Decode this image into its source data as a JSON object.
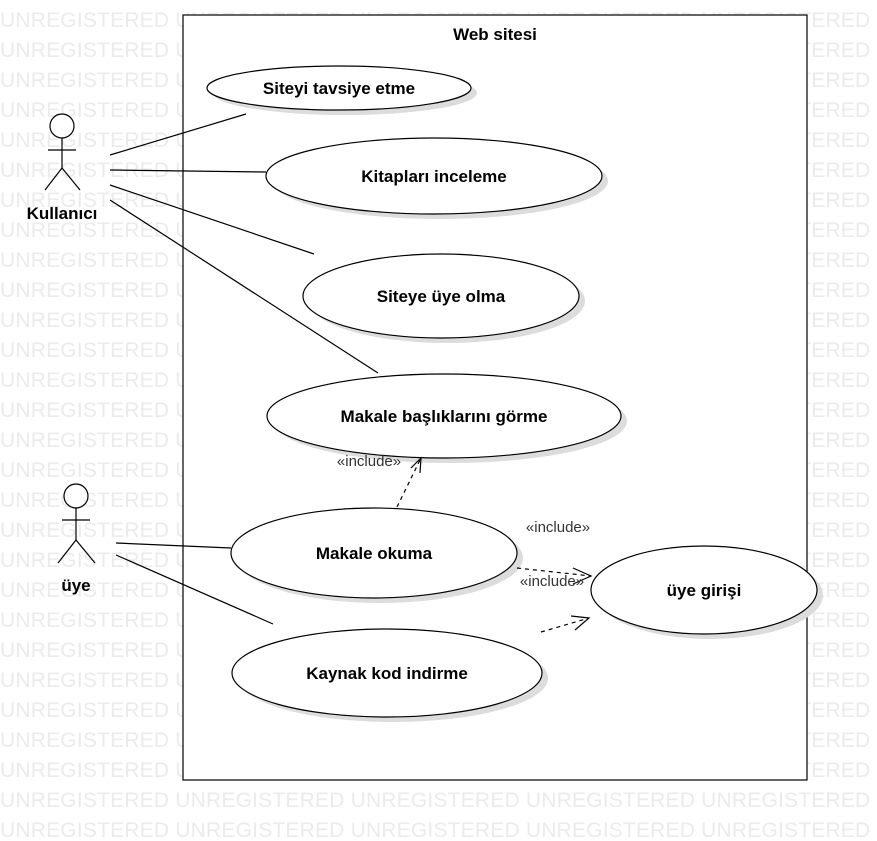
{
  "watermark": {
    "text": "UNREGISTERED"
  },
  "system": {
    "title": "Web sitesi"
  },
  "actors": {
    "kullanici": {
      "label": "Kullanıcı"
    },
    "uye": {
      "label": "üye"
    }
  },
  "use_cases": {
    "tavsiye": {
      "label": "Siteyi tavsiye etme"
    },
    "kitaplar": {
      "label": "Kitapları inceleme"
    },
    "uye_olma": {
      "label": "Siteye üye olma"
    },
    "basliklar": {
      "label": "Makale başlıklarını görme"
    },
    "okuma": {
      "label": "Makale okuma"
    },
    "kaynak": {
      "label": "Kaynak kod indirme"
    },
    "giris": {
      "label": "üye girişi"
    }
  },
  "relations": {
    "okuma_basliklar": {
      "stereotype": "«include»"
    },
    "okuma_giris": {
      "stereotype": "«include»"
    },
    "kaynak_giris": {
      "stereotype": "«include»"
    }
  },
  "colors": {
    "line": "#000000",
    "watermark": "#ebebeb",
    "shadow": "#dcdcdc"
  }
}
